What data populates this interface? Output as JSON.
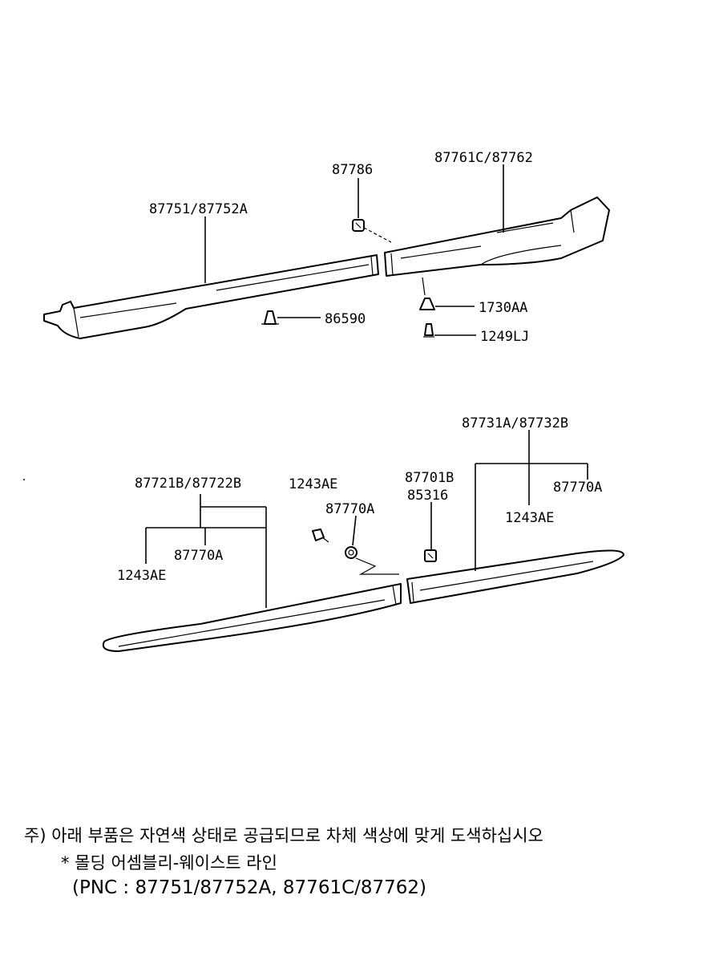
{
  "labels": {
    "p87786": "87786",
    "p87761c": "87761C/87762",
    "p87751": "87751/87752A",
    "p1730aa": "1730AA",
    "p86590": "86590",
    "p1249lj": "1249LJ",
    "p87731a": "87731A/87732B",
    "p87770a_right": "87770A",
    "p1243ae_right": "1243AE",
    "p87701b": "87701B",
    "p85316": "85316",
    "p87770a_mid": "87770A",
    "p1243ae_mid": "1243AE",
    "p87721b": "87721B/87722B",
    "p87770a_left": "87770A",
    "p1243ae_left": "1243AE"
  },
  "note": {
    "line1": "주) 아래 부품은 자연색 상태로 공급되므로 차체 색상에 맞게 도색하십시오",
    "line2": "* 몰딩 어셈블리-웨이스트 라인",
    "line3": "(PNC : 87751/87752A, 87761C/87762)"
  }
}
